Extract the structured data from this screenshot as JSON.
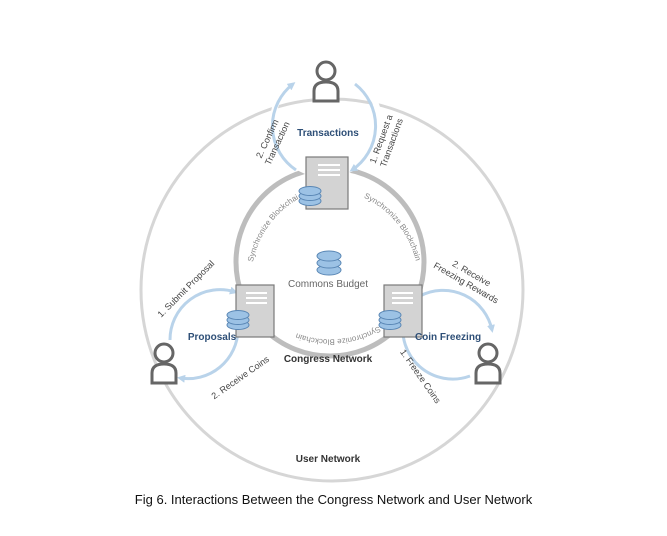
{
  "networks": {
    "user": "User Network",
    "congress": "Congress Network"
  },
  "center": {
    "label": "Commons Budget"
  },
  "nodes": {
    "transactions": "Transactions",
    "proposals": "Proposals",
    "coin_freezing": "Coin Freezing"
  },
  "sync_label": "Synchronize Blockchain",
  "steps": {
    "confirm_1": "2. Confirm",
    "confirm_2": "Transaction",
    "request_1": "1. Request a",
    "request_2": "Transactions",
    "submit": "1. Submit Proposal",
    "receive_coins": "2. Receive Coins",
    "rewards_1": "2. Receive",
    "rewards_2": "Freezing Rewards",
    "freeze": "1. Freeze Coins"
  },
  "caption": "Fig 6. Interactions Between the Congress Network and User Network",
  "colors": {
    "outer_circle": "#d6d6d6",
    "inner_circle": "#bdbdbd",
    "arrow_blue": "#b9d3ea",
    "node_text": "#2e4f77",
    "server_fill": "#d3d3d3",
    "coin_blue": "#9cc2e5",
    "user_icon": "#666666"
  }
}
